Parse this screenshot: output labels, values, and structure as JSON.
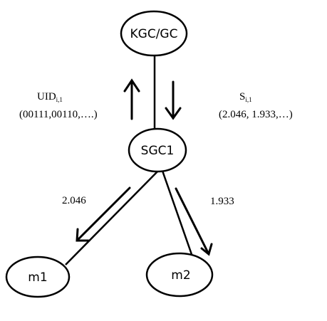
{
  "nodes": {
    "kgc": "KGC/GC",
    "sgc": "SGC1",
    "m1": "m1",
    "m2": "m2"
  },
  "labels": {
    "uid_main": "UID",
    "uid_sub": "i,1",
    "uid_values": "(00111,00110,….)",
    "s_main": "S",
    "s_sub": "i,1",
    "s_values": "(2.046, 1.933,…)",
    "edge_m1_value": "2.046",
    "edge_m2_value": "1.933"
  }
}
